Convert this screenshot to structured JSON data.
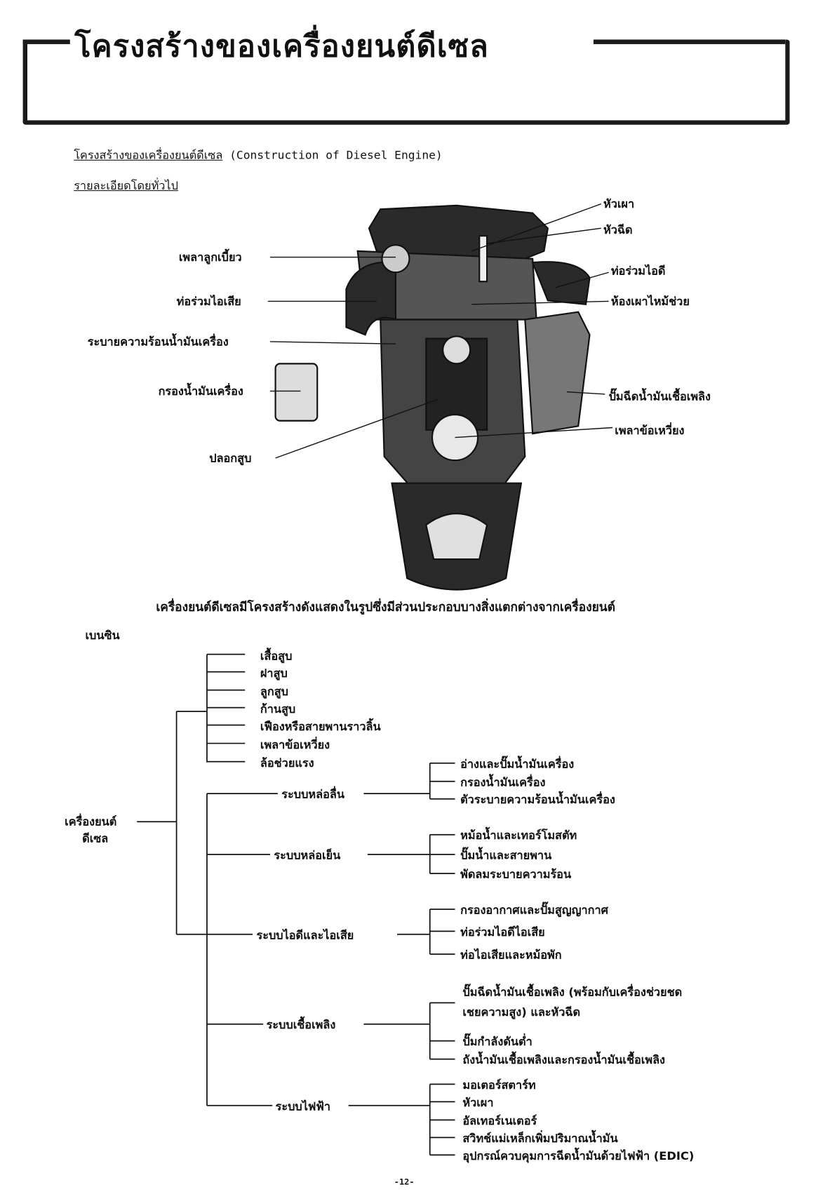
{
  "header": {
    "title": "โครงสร้างของเครื่องยนต์ดีเซล"
  },
  "section": {
    "heading_th": "โครงสร้างของเครื่องยนต์ดีเซล",
    "heading_en": "(Construction of Diesel Engine)",
    "subheading": "รายละเอียดโดยทั่วไป"
  },
  "figure": {
    "labels_left": [
      "เพลาลูกเบี้ยว",
      "ท่อร่วมไอเสีย",
      "ระบายความร้อนน้ำมันเครื่อง",
      "กรองน้ำมันเครื่อง",
      "ปลอกสูบ"
    ],
    "labels_right": [
      "หัวเผา",
      "หัวฉีด",
      "ท่อร่วมไอดี",
      "ห้องเผาไหม้ช่วย",
      "ปั๊มฉีดน้ำมันเชื้อเพลิง",
      "เพลาข้อเหวี่ยง"
    ]
  },
  "body": {
    "sentence": "เครื่องยนต์ดีเซลมีโครงสร้างดังแสดงในรูปซึ่งมีส่วนประกอบบางสิ่งแตกต่างจากเครื่องยนต์",
    "sentence_cont": "เบนซิน"
  },
  "tree": {
    "root": [
      "เครื่องยนต์",
      "ดีเซล"
    ],
    "parts": [
      "เสื้อสูบ",
      "ฝาสูบ",
      "ลูกสูบ",
      "ก้านสูบ",
      "เฟืองหรือสายพานราวลิ้น",
      "เพลาข้อเหวี่ยง",
      "ล้อช่วยแรง"
    ],
    "systems": [
      {
        "name": "ระบบหล่อลื่น",
        "items": [
          "อ่างและปั๊มน้ำมันเครื่อง",
          "กรองน้ำมันเครื่อง",
          "ตัวระบายความร้อนน้ำมันเครื่อง"
        ]
      },
      {
        "name": "ระบบหล่อเย็น",
        "items": [
          "หม้อน้ำและเทอร์โมสตัท",
          "ปั๊มน้ำและสายพาน",
          "พัดลมระบายความร้อน"
        ]
      },
      {
        "name": "ระบบไอดีและไอเสีย",
        "items": [
          "กรองอากาศและปั๊มสูญญากาศ",
          "ท่อร่วมไอดีไอเสีย",
          "ท่อไอเสียและหม้อพัก"
        ]
      },
      {
        "name": "ระบบเชื้อเพลิง",
        "items": [
          "ปั๊มฉีดน้ำมันเชื้อเพลิง (พร้อมกับเครื่องช่วยชด",
          "เชยความสูง) และหัวฉีด",
          "ปั๊มกำลังดันต่ำ",
          "ถังน้ำมันเชื้อเพลิงและกรองน้ำมันเชื้อเพลิง"
        ]
      },
      {
        "name": "ระบบไฟฟ้า",
        "items": [
          "มอเตอร์สตาร์ท",
          "หัวเผา",
          "อัลเทอร์เนเตอร์",
          "สวิทช์แม่เหล็กเพิ่มปริมาณน้ำมัน",
          "อุปกรณ์ควบคุมการฉีดน้ำมันด้วยไฟฟ้า (EDIC)"
        ]
      }
    ]
  },
  "footer": {
    "page": "-12-"
  }
}
